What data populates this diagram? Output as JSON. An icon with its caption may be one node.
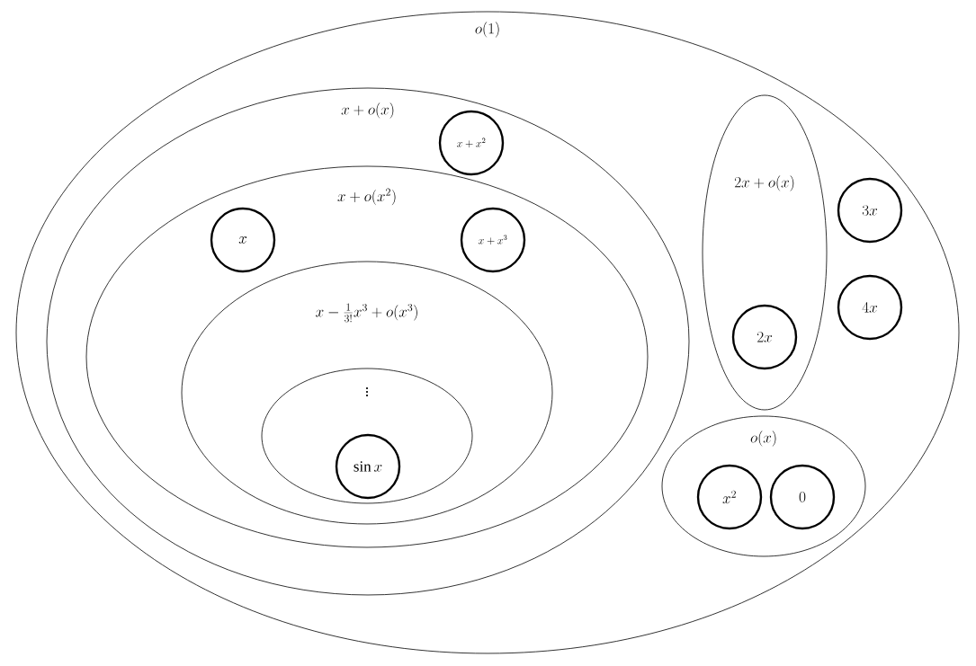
{
  "diagram": {
    "nodes": [
      {
        "text": [
          "o(1)"
        ]
      },
      {
        "text": [
          "x+o(x)"
        ],
        "in": 0
      },
      {
        "text": [
          "x+x^{2}"
        ],
        "in": 1
      },
      {
        "text": [
          "x+o(x^{2})"
        ],
        "in": 1
      },
      {
        "text": [
          "x"
        ],
        "in": 3
      },
      {
        "text": [
          "x+x^{3}"
        ],
        "in": 3
      },
      {
        "text": [
          "x-\\frac{1}{3!}x^{3}+o(x^{3})"
        ],
        "in": 3
      },
      {
        "text": [
          "\\vdots"
        ],
        "in": 6
      },
      {
        "text": [
          "\\sin x"
        ],
        "in": 7
      },
      {
        "text": [
          "2x+o(x)"
        ],
        "in": 0
      },
      {
        "text": [
          "2x"
        ],
        "in": 9
      },
      {
        "text": [
          "3x"
        ],
        "in": 0
      },
      {
        "text": [
          "4x"
        ],
        "in": 0
      },
      {
        "text": [
          "o(x)"
        ],
        "in": 0
      },
      {
        "text": [
          "x^{2}"
        ],
        "in": 13
      },
      {
        "text": [
          "0"
        ],
        "in": 13
      }
    ]
  }
}
